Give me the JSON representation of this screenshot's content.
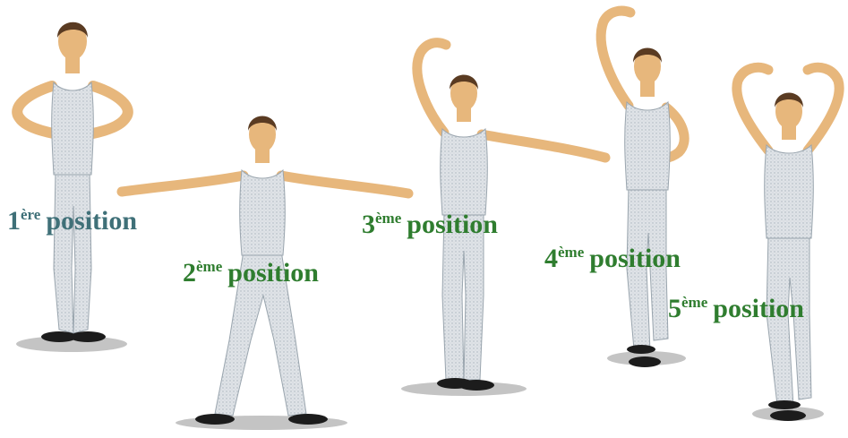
{
  "colors": {
    "label_first": "#3f7078",
    "label_other": "#2f7d2f",
    "skin": "#e7b77c",
    "skin_shade": "#c98f55",
    "leotard": "#d8dde2",
    "leotard_shade": "#b7c0c8",
    "hair": "#5a3b22",
    "shoe": "#1c1c1c",
    "shadow": "#bfbfbf"
  },
  "positions": [
    {
      "number": "1",
      "suffix": "ère",
      "word": "position"
    },
    {
      "number": "2",
      "suffix": "ème",
      "word": "position"
    },
    {
      "number": "3",
      "suffix": "ème",
      "word": "position"
    },
    {
      "number": "4",
      "suffix": "ème",
      "word": "position"
    },
    {
      "number": "5",
      "suffix": "ème",
      "word": "position"
    }
  ]
}
